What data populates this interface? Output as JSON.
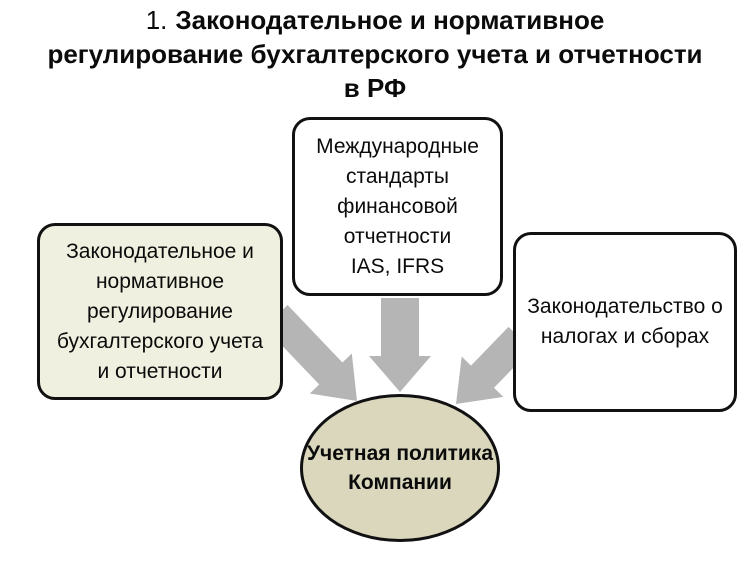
{
  "title": {
    "number": "1.",
    "line1": "Законодательное и нормативное",
    "line2": "регулирование бухгалтерского учета и отчетности",
    "line3": "в РФ"
  },
  "diagram": {
    "boxes": [
      {
        "id": "accounting-regulation",
        "text": "Законодательное и\nнормативное\nрегулирование\nбухгалтерского учета\nи отчетности",
        "fill": "#eff0df"
      },
      {
        "id": "ifrs-standards",
        "text": "Международные\nстандарты\nфинансовой\nотчетности\nIAS, IFRS",
        "fill": "#ffffff"
      },
      {
        "id": "tax-legislation",
        "text": "Законодательство о\nналогах и сборах",
        "fill": "#ffffff"
      }
    ],
    "ellipse": {
      "id": "accounting-policy",
      "text": "Учетная политика\nКомпании",
      "fill": "#dad7bd"
    },
    "arrows": [
      {
        "name": "arrow-left-box-to-ellipse",
        "direction": "down-right"
      },
      {
        "name": "arrow-center-box-to-ellipse",
        "direction": "down"
      },
      {
        "name": "arrow-right-box-to-ellipse",
        "direction": "down-left"
      }
    ]
  },
  "colors": {
    "border": "#111111",
    "text": "#0b0b0b",
    "arrow": "#b5b5b5",
    "background": "#ffffff"
  }
}
